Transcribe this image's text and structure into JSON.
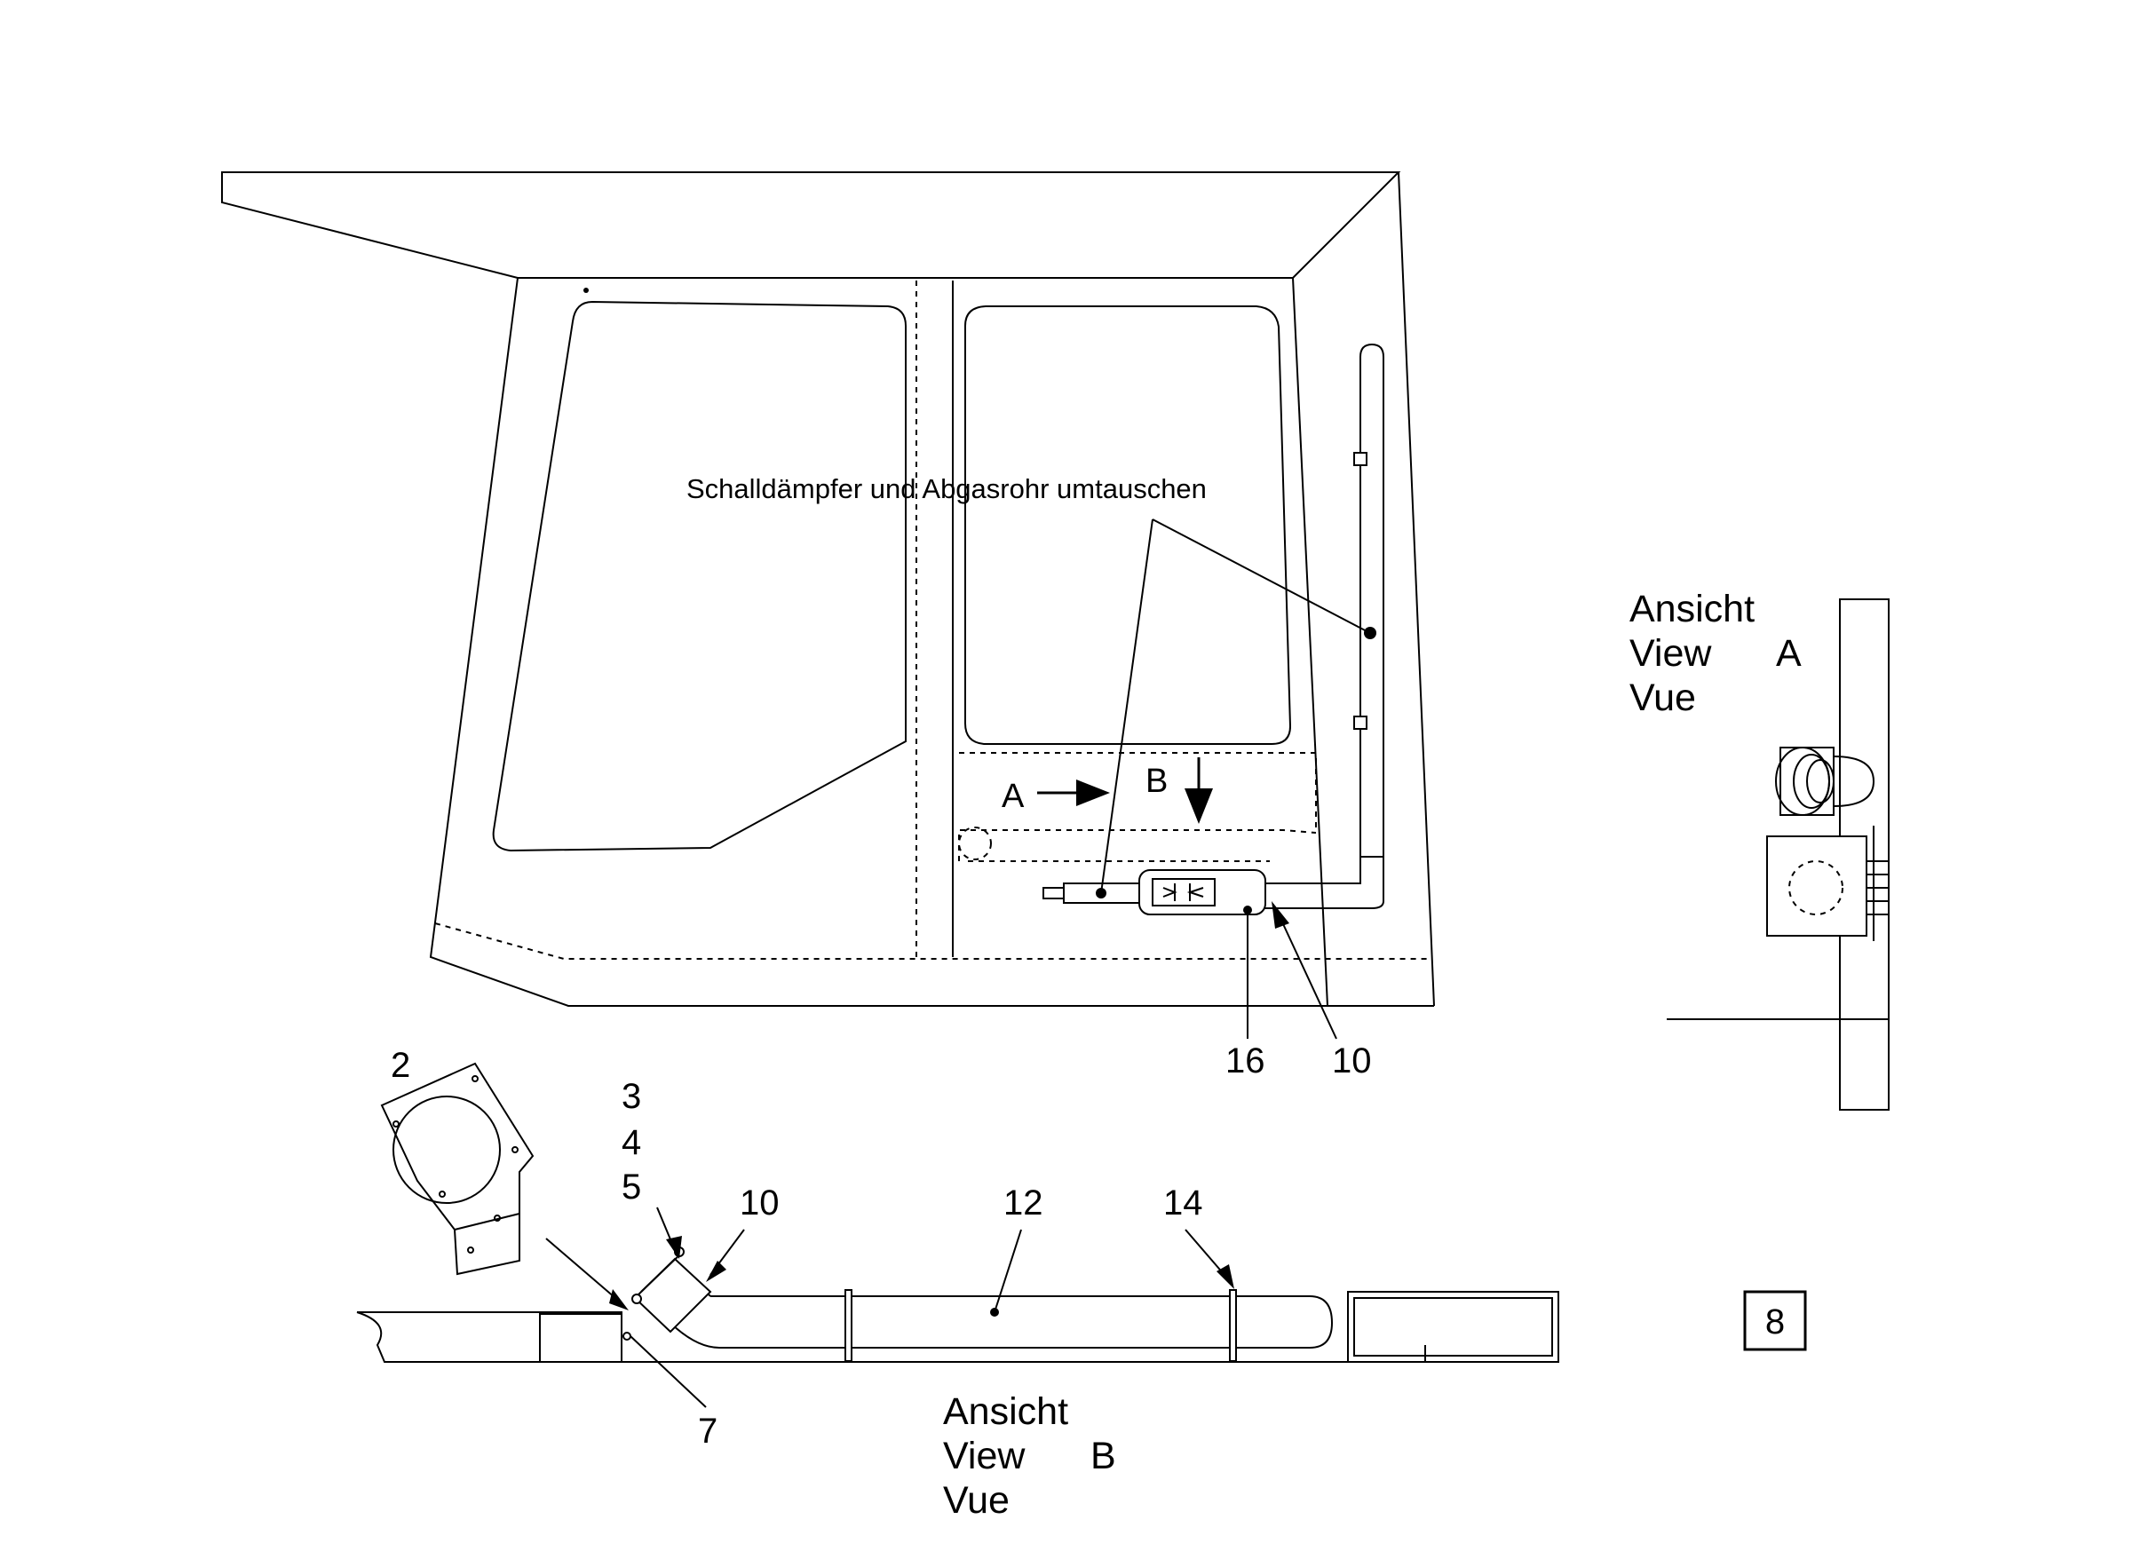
{
  "note": "Schalldämpfer und Abgasrohr umtauschen",
  "view_markers": {
    "a": "A",
    "b": "B"
  },
  "callouts": {
    "c16": "16",
    "c10_top": "10",
    "c2": "2",
    "c3": "3",
    "c4": "4",
    "c5": "5",
    "c10_bottom": "10",
    "c12": "12",
    "c14": "14",
    "c7": "7"
  },
  "view_a_caption": {
    "line1": "Ansicht",
    "line2": "View",
    "letter": "A",
    "line3": "Vue"
  },
  "view_b_caption": {
    "line1": "Ansicht",
    "line2": "View",
    "letter": "B",
    "line3": "Vue"
  },
  "page_number": "8"
}
